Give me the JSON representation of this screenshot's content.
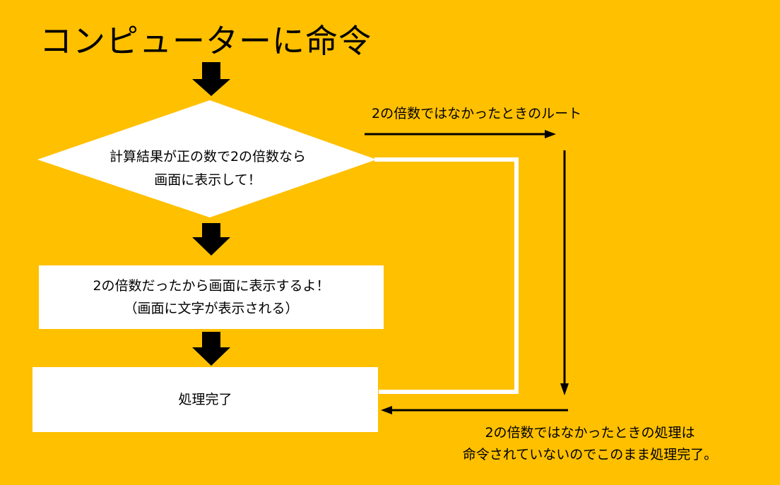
{
  "title": "コンピューターに命令",
  "decision": {
    "line1": "計算結果が正の数で2の倍数なら",
    "line2": "画面に表示して！"
  },
  "process_box": {
    "line1": "2の倍数だったから画面に表示するよ！",
    "line2": "（画面に文字が表示される）"
  },
  "end_box": {
    "label": "処理完了"
  },
  "branch_label": "2の倍数ではなかったときのルート",
  "note": {
    "line1": "2の倍数ではなかったときの処理は",
    "line2": "命令されていないのでこのまま処理完了。"
  },
  "colors": {
    "background": "#FFC000",
    "box": "#FFFFFF",
    "arrow": "#000000",
    "route_line": "#FFFFFF"
  }
}
